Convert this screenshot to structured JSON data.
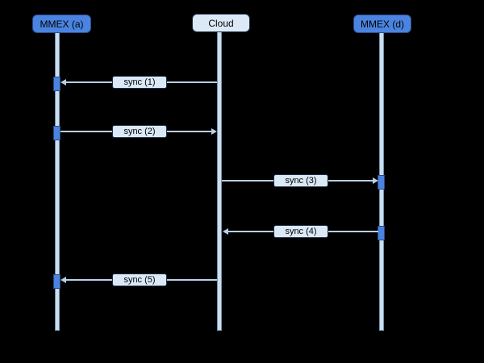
{
  "diagram": {
    "type": "sequence-diagram",
    "actors": [
      {
        "label": "MMEX (a)",
        "style": "client"
      },
      {
        "label": "Cloud",
        "style": "service"
      },
      {
        "label": "MMEX (d)",
        "style": "client"
      }
    ],
    "messages": [
      {
        "label": "sync (1)",
        "from": "Cloud",
        "to": "MMEX (a)",
        "arrow_direction": "left"
      },
      {
        "label": "sync (2)",
        "from": "MMEX (a)",
        "to": "Cloud",
        "arrow_direction": "right"
      },
      {
        "label": "sync (3)",
        "from": "Cloud",
        "to": "MMEX (d)",
        "arrow_direction": "right"
      },
      {
        "label": "sync (4)",
        "from": "MMEX (d)",
        "to": "Cloud",
        "arrow_direction": "left"
      },
      {
        "label": "sync (5)",
        "from": "Cloud",
        "to": "MMEX (a)",
        "arrow_direction": "left"
      }
    ],
    "colors": {
      "background": "#000000",
      "client_actor_fill": "#4a84e0",
      "client_actor_border": "#2a4a8a",
      "service_actor_fill": "#dbe8f6",
      "label_box_fill": "#dbe8f6",
      "dark_border": "#1c2e44",
      "lifeline_fill": "#ccdded",
      "lifeline_border": "#7590aa",
      "message_line": "#b9cfe4",
      "text": "#000000"
    }
  }
}
